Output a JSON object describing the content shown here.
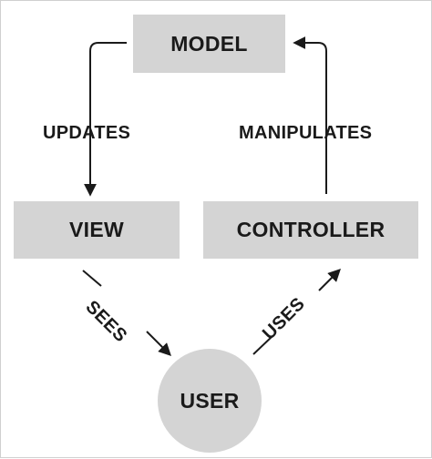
{
  "colors": {
    "node_fill": "#d4d4d4",
    "line": "#1a1a1a",
    "text": "#1a1a1a",
    "background": "#ffffff"
  },
  "nodes": {
    "model": "MODEL",
    "view": "VIEW",
    "controller": "CONTROLLER",
    "user": "USER"
  },
  "edges": {
    "updates": "UPDATES",
    "manipulates": "MANIPULATES",
    "sees": "SEES",
    "uses": "USES"
  }
}
